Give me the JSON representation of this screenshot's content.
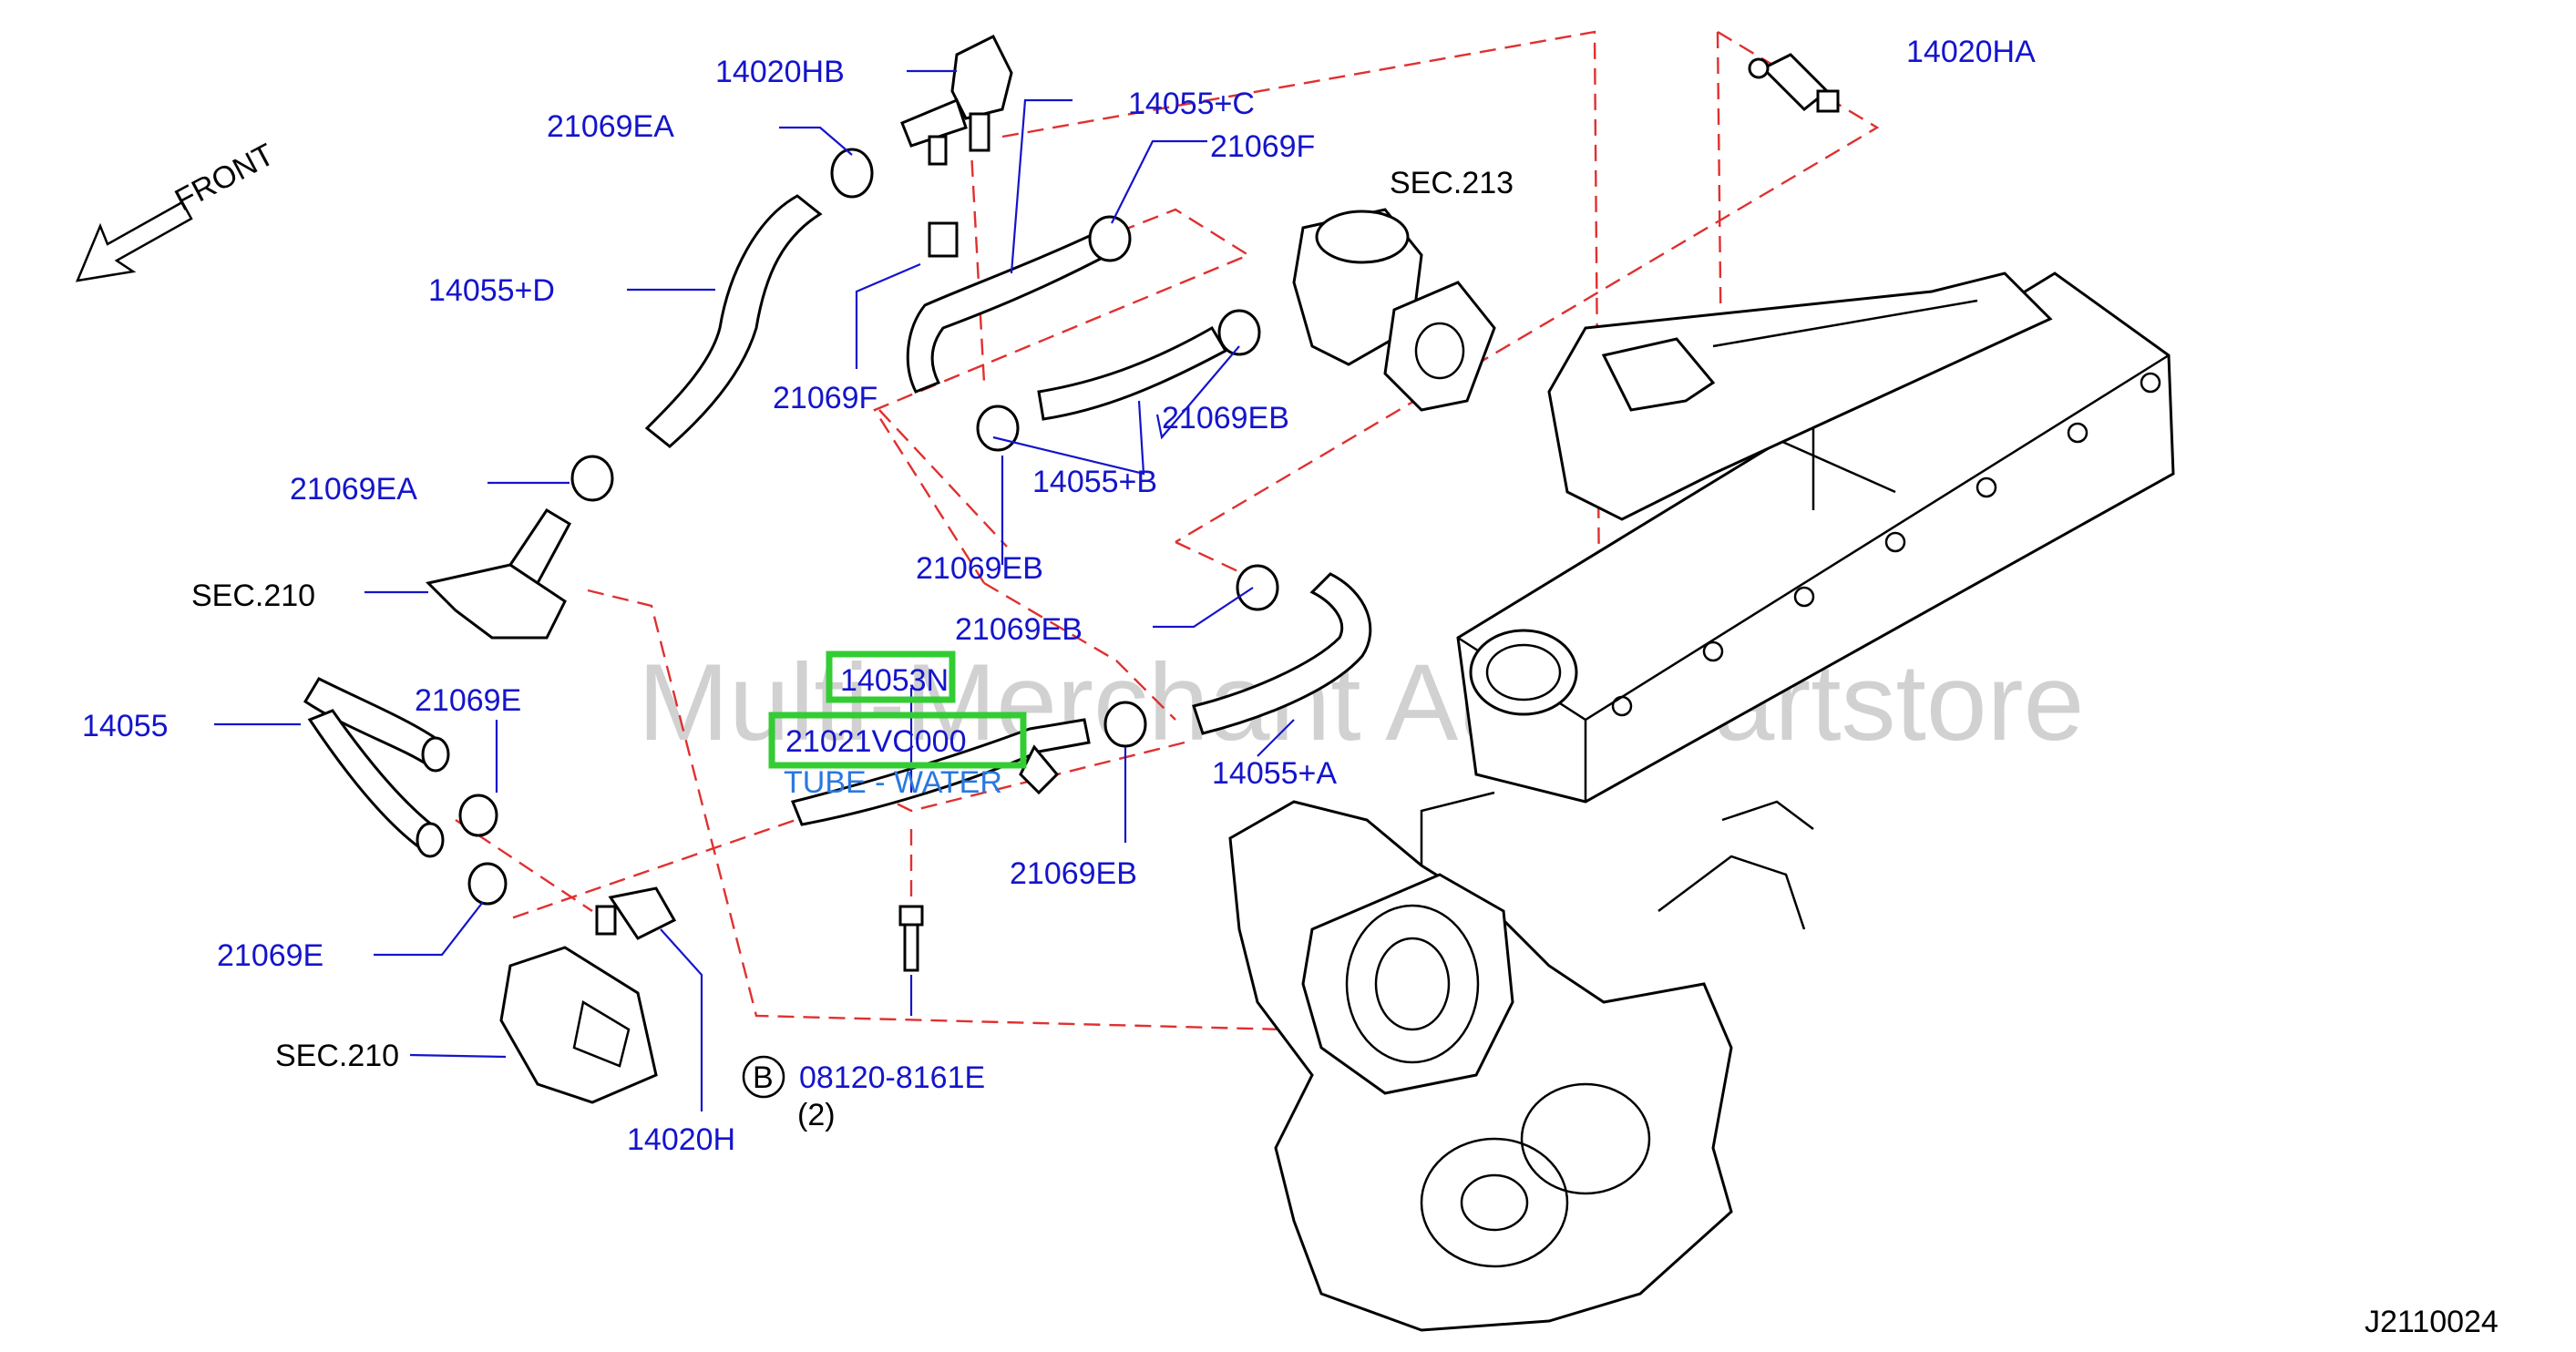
{
  "labels": {
    "p14020HB": "14020HB",
    "p21069EA_top": "21069EA",
    "p14055C": "14055+C",
    "p21069F_top": "21069F",
    "p14055D": "14055+D",
    "p21069F_mid": "21069F",
    "sec213": "SEC.213",
    "p14020HA": "14020HA",
    "p21069EB_1": "21069EB",
    "p14055B": "14055+B",
    "p21069EA_mid": "21069EA",
    "p21069EB_2": "21069EB",
    "sec210_top": "SEC.210",
    "p21069EB_3": "21069EB",
    "p14053N": "14053N",
    "p21021VC000": "21021VC000",
    "tube_water": "TUBE - WATER",
    "p14055": "14055",
    "p21069E_top": "21069E",
    "p14055A": "14055+A",
    "p21069EB_4": "21069EB",
    "p21069E_bot": "21069E",
    "sec210_bot": "SEC.210",
    "bolt_b": "B",
    "bolt_part": "08120-8161E",
    "bolt_qty": "(2)",
    "p14020H": "14020H",
    "front": "FRONT",
    "diagram_code": "J2110024"
  },
  "watermark": "Multi-Merchant Auto Partstore",
  "colors": {
    "part_label": "#1414cc",
    "highlight": "#33cc33",
    "dashed_line": "#e03030",
    "description": "#2a78e0"
  }
}
